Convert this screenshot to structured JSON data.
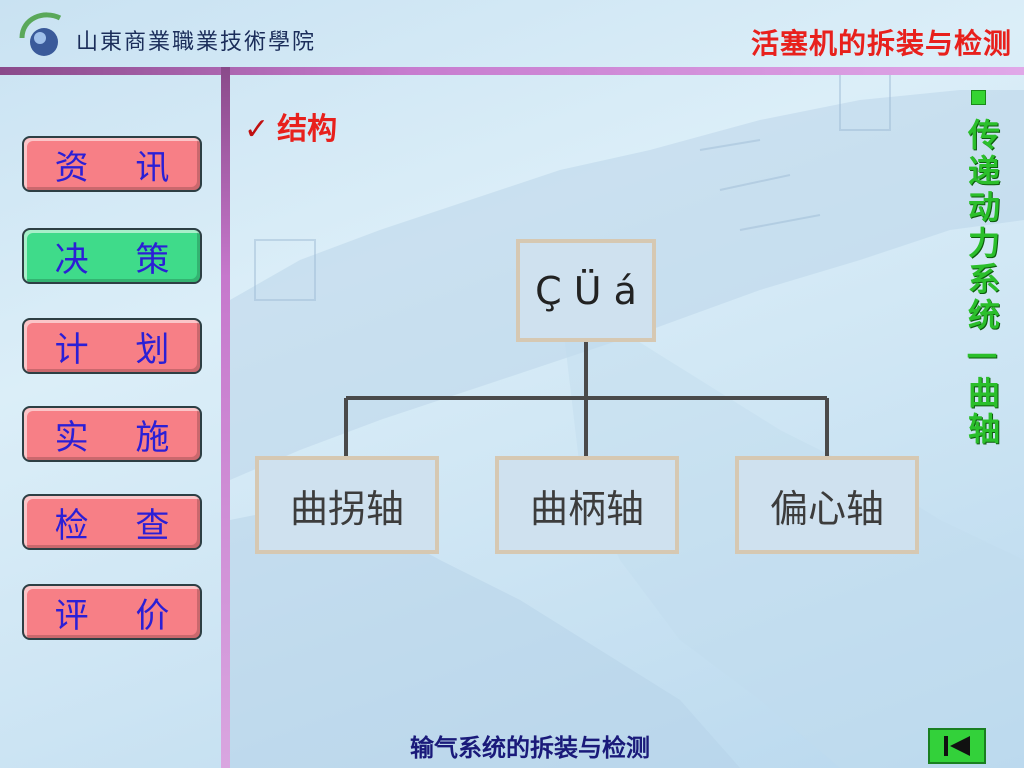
{
  "header": {
    "school_name": "山東商業職業技術學院",
    "course_title": "活塞机的拆装与检测"
  },
  "nav": {
    "items": [
      {
        "label": "资 讯",
        "active": false
      },
      {
        "label": "决 策",
        "active": true
      },
      {
        "label": "计 划",
        "active": false
      },
      {
        "label": "实 施",
        "active": false
      },
      {
        "label": "检 查",
        "active": false
      },
      {
        "label": "评 价",
        "active": false
      }
    ]
  },
  "section": {
    "check_mark": "✓",
    "heading": "结构"
  },
  "diagram": {
    "root": "Ç Ü á",
    "children": [
      "曲拐轴",
      "曲柄轴",
      "偏心轴"
    ]
  },
  "side": {
    "vertical_title": "传递动力系统—曲轴"
  },
  "footer": {
    "title": "输气系统的拆装与检测",
    "back_icon": "skip-back-icon"
  },
  "colors": {
    "accent_red": "#e8201c",
    "nav_pink": "#f77f86",
    "nav_active_green": "#3fdb8a",
    "nav_text_blue": "#2b1fd6",
    "side_green": "#2bbf2b",
    "rule_purple": "#c678cc"
  }
}
